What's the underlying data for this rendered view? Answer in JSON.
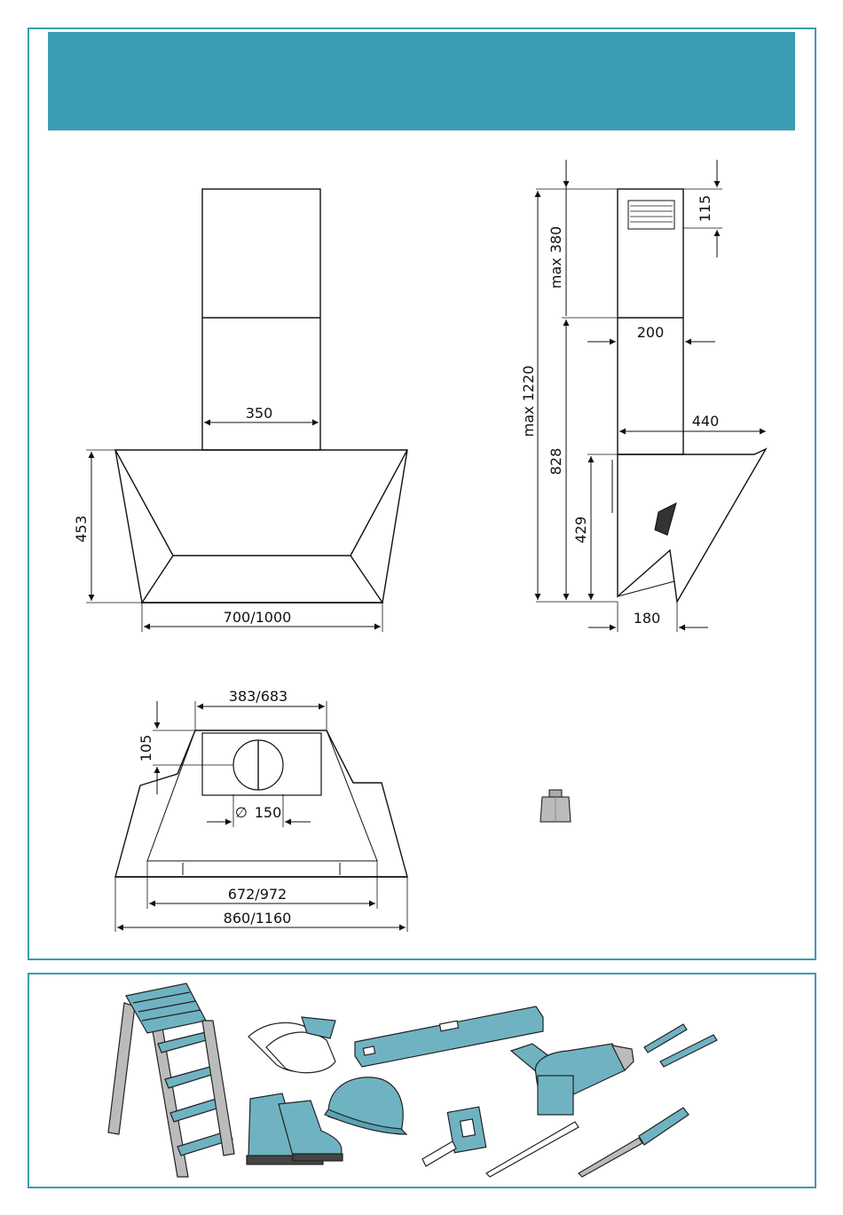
{
  "colors": {
    "accent": "#3a9db3",
    "tool_fill": "#6fb3c2",
    "line": "#111111"
  },
  "front_view": {
    "chimney_width": "350",
    "height": "453",
    "bottom_width": "700/1000"
  },
  "side_view": {
    "top_vent_height": "115",
    "upper_chimney": "max 380",
    "chimney_depth": "200",
    "overall_height": "max 1220",
    "lower_height": "828",
    "hood_depth": "440",
    "hood_height": "429",
    "bottom_offset": "180"
  },
  "bottom_view": {
    "mount_width": "383/683",
    "mount_height": "105",
    "outlet_diameter": "150",
    "inner_width": "672/972",
    "outer_width": "860/1160"
  },
  "weight": {
    "icon": "weight-icon"
  },
  "tools": [
    "ladder-icon",
    "gloves-icon",
    "safety-boots-icon",
    "hard-hat-icon",
    "spirit-level-icon",
    "tape-measure-icon",
    "pencil-icon",
    "drill-icon",
    "drill-bits-icon",
    "screwdriver-icon"
  ]
}
